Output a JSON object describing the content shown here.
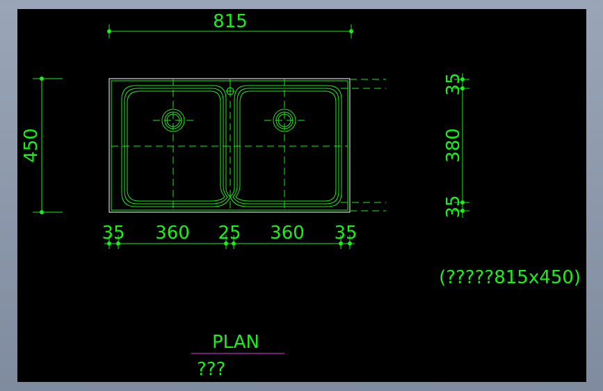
{
  "drawing": {
    "dims": {
      "overall_width": "815",
      "overall_depth": "450",
      "right_top": "35",
      "right_mid": "380",
      "right_bottom": "35",
      "bottom_segments": [
        "35",
        "360",
        "25",
        "360",
        "35"
      ]
    },
    "caption": "(?????815x450)",
    "plan_label": "PLAN",
    "plan_sub": "???"
  },
  "colors": {
    "background": "#000000",
    "line_green": "#19f019",
    "outline_white": "#ffffff",
    "underline_magenta": "#e040e0"
  }
}
